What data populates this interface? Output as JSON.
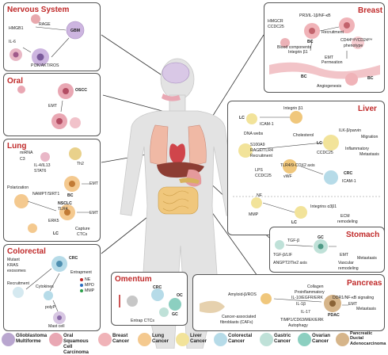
{
  "panels": {
    "nervous": {
      "title": "Nervous System",
      "hmgb1": "HMGB1",
      "rage": "RAGE",
      "gbm": "GBM",
      "il6": "IL-6",
      "pi3k": "PI3K/AKT/ROS"
    },
    "breast": {
      "title": "Breast",
      "hmgcr": "HMGCR",
      "ccdc25": "CCDC25",
      "pr3": "PR3/IL-1β/NF-κB",
      "recruitment": "Recruitment",
      "bc1": "BC",
      "blood": "Blood components",
      "integrin": "Integrin β1",
      "cd44": "CD44ʰⁱᵍʰ/CD24ˡᵒʷ",
      "phenotype": "phenotype",
      "emt": "EMT",
      "permeation": "Permeation",
      "bc2": "BC",
      "angiogenesis": "Angiogenesis",
      "bc3": "BC"
    },
    "oral": {
      "title": "Oral",
      "oscc": "OSCC",
      "emt": "EMT"
    },
    "liver": {
      "title": "Liver",
      "integrin": "Integrin β1",
      "lc1": "LC",
      "icam1": "ICAM-1",
      "dnawebs": "DNA webs",
      "s100a9": "S100A9",
      "rage": "RAGE/TLR4",
      "recruitment": "Recruitment",
      "cholesterol": "Cholesterol",
      "lc2": "LC",
      "ccdc25": "CCDC25",
      "ilk": "ILK-β/parvin",
      "migration": "Migration",
      "inflammatory": "Inflammatory",
      "metastasis1": "Metastasis",
      "lps": "LPS",
      "ccdc25b": "CCDC25",
      "tlr49": "TLR4/9-COX2 axis",
      "vwf": "vWF",
      "crc": "CRC",
      "icam1b": "ICAM-1",
      "nf": "NF",
      "mmp": "MMP",
      "lc3": "LC",
      "integrins": "Integrins α3β1",
      "ecm": "ECM",
      "remodeling": "remodeling"
    },
    "lung": {
      "title": "Lung",
      "mirna": "miRNA",
      "c3": "C3",
      "th2": "Th2",
      "il4": "IL-4/IL13",
      "stat6": "STAT6",
      "bc": "BC",
      "emt1": "EMT",
      "polarization": "Polarization",
      "nampt": "NAMPT/SIRT1",
      "nsclc": "NSCLC",
      "tlr4": "TLR4",
      "emt2": "EMT",
      "erk5": "ERK5",
      "capture": "Capture",
      "ctcs": "CTCs",
      "lc": "LC"
    },
    "colorectal": {
      "title": "Colorectal",
      "mutant": "Mutant",
      "kras": "KRAS",
      "exosomes": "exosomes",
      "crc": "CRC",
      "entrapment": "Entrapment",
      "ne": "NE",
      "mpo": "MPO",
      "mmp": "MMP",
      "recruitment": "Recruitment",
      "cytokines": "Cytokines",
      "polyp": "polyP",
      "mast": "Mast cell"
    },
    "omentum": {
      "title": "Omentum",
      "crc": "CRC",
      "oc": "OC",
      "gc": "GC",
      "entrap": "Entrap CTCs"
    },
    "stomach": {
      "title": "Stomach",
      "tgfb": "TGF-β",
      "gc": "GC",
      "tgfblif": "TGF-β/LIF",
      "emt": "EMT",
      "metastasis": "Metastasis",
      "angpt2": "ANGPT2/Tie2 axis",
      "vascular": "Vascular",
      "remodeling": "remodeling"
    },
    "pancreas": {
      "title": "Pancreas",
      "collagen": "Collagen",
      "proinflam": "Proinflammatory",
      "il10": "IL-10/EGFR/ERK",
      "ddr1": "DDR1/NF-κB signaling",
      "amyloid": "Amyloid-β/ROS",
      "il1b": "IL-1β",
      "il17": "IL-17",
      "pdac": "PDAC",
      "emt": "EMT",
      "metastasis": "Metastasis",
      "caf": "Cancer-associated",
      "caf2": "fibroblasts (CAFs)",
      "timp": "TIMP1/CD63/MEK/ERK",
      "autophagy": "Autophagy"
    }
  },
  "legend": [
    {
      "name": "Glioblastoma Multiforme",
      "color": "#b9a6cf"
    },
    {
      "name": "Oral Squamous Cell Carcinoma",
      "color": "#e9a7b3"
    },
    {
      "name": "Breast Cancer",
      "color": "#f0b3b8"
    },
    {
      "name": "Lung Cancer",
      "color": "#f4c98f"
    },
    {
      "name": "Liver Cancer",
      "color": "#f2e39a"
    },
    {
      "name": "Colorectal Cancer",
      "color": "#b6dbe8"
    },
    {
      "name": "Gastric Cancer",
      "color": "#bfe1d8"
    },
    {
      "name": "Ovarian Cancer",
      "color": "#8ccfc0"
    },
    {
      "name": "Pancreatic Ductal Adenocarcinoma",
      "color": "#d6b58a"
    }
  ]
}
